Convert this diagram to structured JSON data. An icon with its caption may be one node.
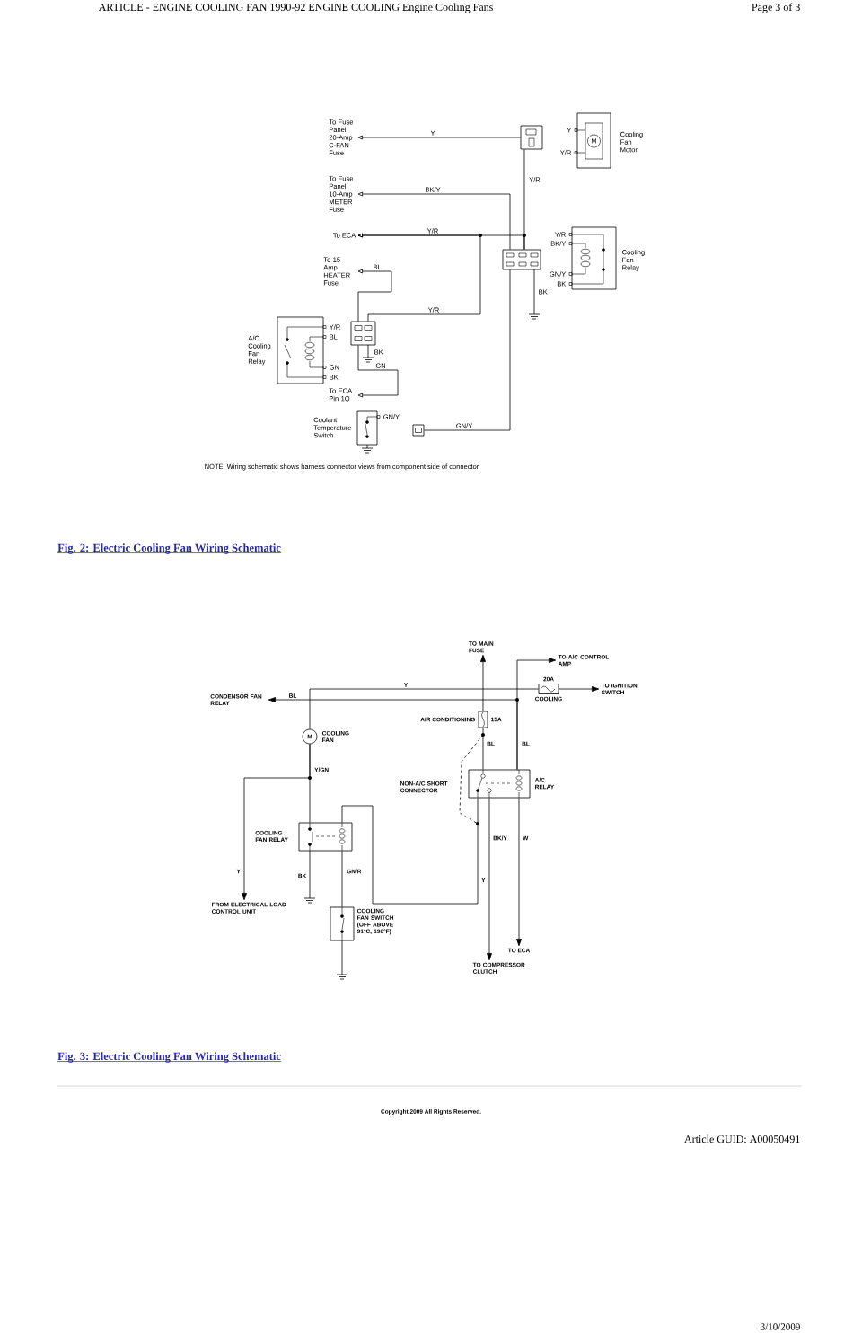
{
  "diagram": {
    "nodes": [
      {
        "text": [
          "To Fuse Panel 20-Amp C-FAN Fuse"
        ]
      },
      {
        "text": [
          "To Fuse Panel 10-Amp METER Fuse"
        ]
      },
      {
        "text": [
          "To ECA"
        ]
      },
      {
        "text": [
          "To 15-Amp HEATER Fuse"
        ]
      },
      {
        "text": [
          "A/C Cooling Fan Relay"
        ]
      },
      {
        "text": [
          "To ECA Pin 1Q"
        ]
      },
      {
        "text": [
          "Coolant Temperature Switch"
        ]
      },
      {
        "text": [
          "M",
          "Cooling Fan Motor"
        ]
      },
      {
        "text": [
          "Cooling Fan Relay"
        ]
      },
      {
        "text": [],
        "shape": "box"
      },
      {
        "text": [],
        "shape": "box"
      },
      {
        "text": [],
        "shape": "box"
      },
      {
        "text": [],
        "shape": "box"
      },
      {
        "text": [
          "TO MAIN FUSE"
        ]
      },
      {
        "text": [
          "TO A/C CONTROL AMP"
        ]
      },
      {
        "text": [
          "TO IGNITION SWITCH"
        ]
      },
      {
        "text": [
          "CONDENSOR FAN RELAY"
        ]
      },
      {
        "text": [
          "20A",
          "COOLING"
        ]
      },
      {
        "text": [
          "AIR CONDITIONING",
          "15A"
        ]
      },
      {
        "text": [
          "M",
          "COOLING FAN"
        ]
      },
      {
        "text": [
          "COOLING FAN RELAY"
        ]
      },
      {
        "text": [
          "A/C RELAY"
        ]
      },
      {
        "text": [
          "FROM ELECTRICAL LOAD CONTROL UNIT"
        ]
      },
      {
        "text": [
          "COOLING FAN SWITCH (OFF ABOVE 91°C, 196°F)"
        ]
      },
      {
        "text": [
          "TO ECA"
        ]
      },
      {
        "text": [
          "TO COMPRESSOR CLUTCH"
        ]
      }
    ],
    "edges": [
      {
        "from": 9,
        "to": 0,
        "arrow": "to",
        "label": "Y"
      },
      {
        "from": 10,
        "to": 1,
        "arrow": "to",
        "label": "BK/Y"
      },
      {
        "from": 9,
        "to": 10,
        "arrow": "none",
        "label": "Y/R"
      },
      {
        "from": 10,
        "to": 2,
        "arrow": "to",
        "label": "Y/R"
      },
      {
        "from": 11,
        "to": 2,
        "arrow": "to",
        "label": "Y/R"
      },
      {
        "from": 11,
        "to": 3,
        "arrow": "to",
        "label": "BL"
      },
      {
        "from": 11,
        "to": 5,
        "arrow": "to",
        "label": "GN"
      },
      {
        "from": 12,
        "to": 10,
        "arrow": "none",
        "label": "GN/Y"
      },
      {
        "from": 19,
        "to": 17,
        "arrow": "none",
        "label": "Y"
      },
      {
        "from": 17,
        "to": 15,
        "arrow": "to"
      },
      {
        "from": 21,
        "to": 16,
        "arrow": "to",
        "label": "BL"
      },
      {
        "from": 21,
        "to": 14,
        "arrow": "to",
        "label": "BL"
      },
      {
        "from": 18,
        "to": 13,
        "arrow": "to"
      },
      {
        "from": 21,
        "to": 18,
        "arrow": "none",
        "label": "BL"
      },
      {
        "from": 19,
        "to": 20,
        "arrow": "none",
        "label": "Y/GN"
      },
      {
        "from": 19,
        "to": 22,
        "arrow": "to",
        "label": "Y"
      },
      {
        "from": 20,
        "to": 23,
        "arrow": "none",
        "label": "GN/R"
      },
      {
        "from": 21,
        "to": 20,
        "arrow": "none",
        "label": "Y"
      },
      {
        "from": 21,
        "to": 25,
        "arrow": "to",
        "label": "BK/Y"
      },
      {
        "from": 21,
        "to": 24,
        "arrow": "to",
        "label": "W"
      }
    ],
    "labels": [
      "ARTICLE - ENGINE COOLING FAN 1990-92 ENGINE COOLING Engine Cooling Fans",
      "Page 3 of 3",
      "Y",
      "Y/R",
      "Y/R",
      "BK/Y",
      "GN/Y",
      "BK",
      "BK",
      "Y/R",
      "BL",
      "GN",
      "BK",
      "BK",
      "GN/Y",
      "NOTE: Wiring schematic shows harness connector views from component side of connector",
      "Fig. 2: Electric Cooling Fan Wiring Schematic",
      "NON-A/C SHORT CONNECTOR",
      "BK",
      "Fig. 3: Electric Cooling Fan Wiring Schematic",
      "Copyright 2009 All Rights Reserved.",
      "Article GUID: A00050491",
      "3/10/2009"
    ]
  }
}
